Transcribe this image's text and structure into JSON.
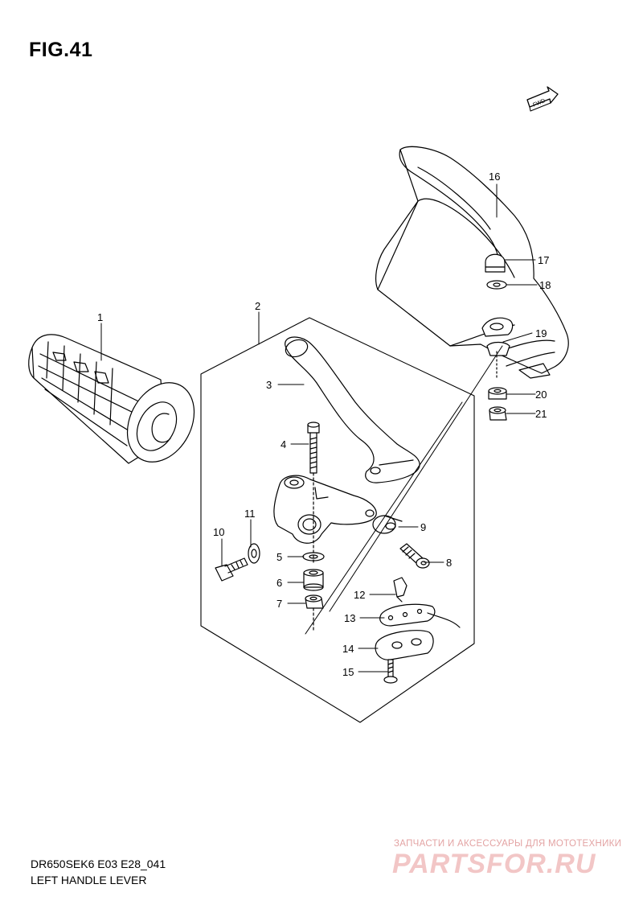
{
  "figure_title": "FIG.41",
  "diagram_code": "DR650SEK6 E03 E28_041",
  "diagram_title": "LEFT HANDLE LEVER",
  "fwd_label": "FWD",
  "watermark": {
    "line1": "ЗАПЧАСТИ И АКСЕССУАРЫ ДЛЯ МОТОТЕХНИКИ",
    "line2": "PARTSFOR.RU"
  },
  "callouts": [
    "1",
    "2",
    "3",
    "4",
    "5",
    "6",
    "7",
    "8",
    "9",
    "10",
    "11",
    "12",
    "13",
    "14",
    "15",
    "16",
    "17",
    "18",
    "19",
    "20",
    "21"
  ],
  "colors": {
    "line": "#000000",
    "watermark": "#e3a3a3"
  }
}
